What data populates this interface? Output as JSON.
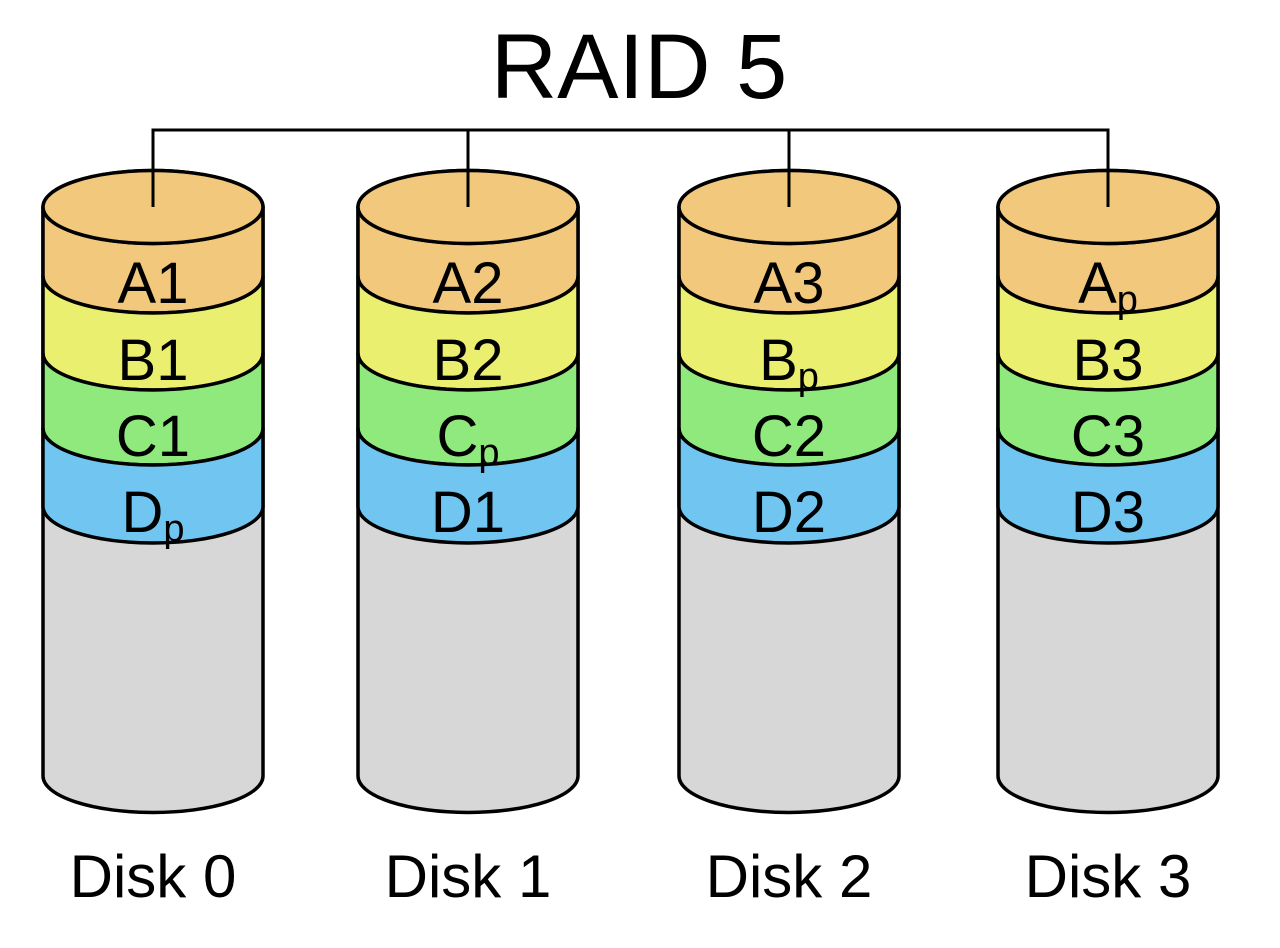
{
  "title": "RAID 5",
  "colors": {
    "stripe_a": "#F1C87C",
    "stripe_b": "#EBEF6F",
    "stripe_c": "#8FE97D",
    "stripe_d": "#70C6F0",
    "disk_body": "#D7D7D7",
    "outline": "#000000",
    "background": "#FFFFFF"
  },
  "disks": [
    {
      "name": "Disk 0",
      "blocks": [
        {
          "main": "A1",
          "sub": ""
        },
        {
          "main": "B1",
          "sub": ""
        },
        {
          "main": "C1",
          "sub": ""
        },
        {
          "main": "D",
          "sub": "p"
        }
      ]
    },
    {
      "name": "Disk 1",
      "blocks": [
        {
          "main": "A2",
          "sub": ""
        },
        {
          "main": "B2",
          "sub": ""
        },
        {
          "main": "C",
          "sub": "p"
        },
        {
          "main": "D1",
          "sub": ""
        }
      ]
    },
    {
      "name": "Disk 2",
      "blocks": [
        {
          "main": "A3",
          "sub": ""
        },
        {
          "main": "B",
          "sub": "p"
        },
        {
          "main": "C2",
          "sub": ""
        },
        {
          "main": "D2",
          "sub": ""
        }
      ]
    },
    {
      "name": "Disk 3",
      "blocks": [
        {
          "main": "A",
          "sub": "p"
        },
        {
          "main": "B3",
          "sub": ""
        },
        {
          "main": "C3",
          "sub": ""
        },
        {
          "main": "D3",
          "sub": ""
        }
      ]
    }
  ]
}
